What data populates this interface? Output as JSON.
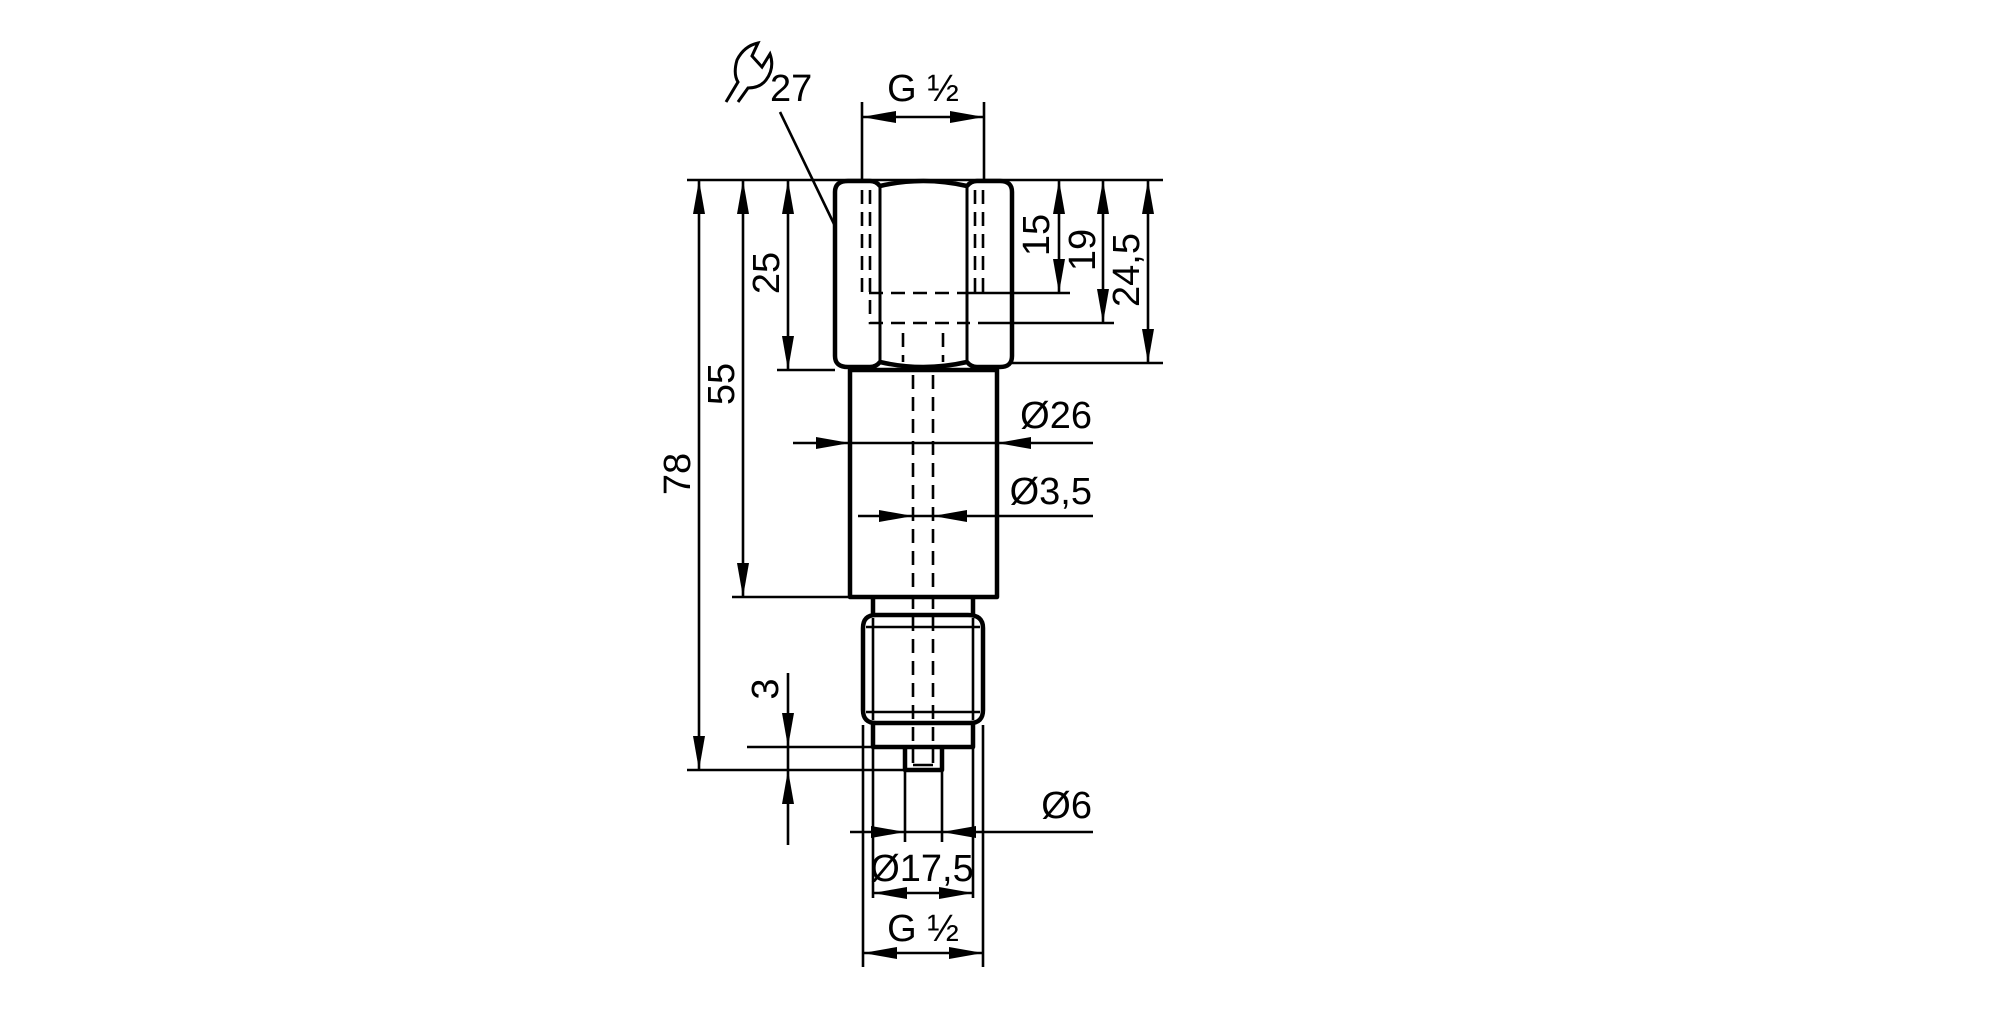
{
  "drawing": {
    "wrench_size": "27",
    "thread_top": "G ½",
    "depth_15": "15",
    "depth_19": "19",
    "depth_24_5": "24,5",
    "hex_height": "25",
    "body_height": "55",
    "total_height": "78",
    "body_diameter": "Ø26",
    "bore_diameter": "Ø3,5",
    "spigot_height": "3",
    "spigot_diameter": "Ø6",
    "thread_minor_diameter": "Ø17,5",
    "thread_bottom": "G ½"
  },
  "colors": {
    "line": "#000000",
    "background": "#ffffff"
  }
}
